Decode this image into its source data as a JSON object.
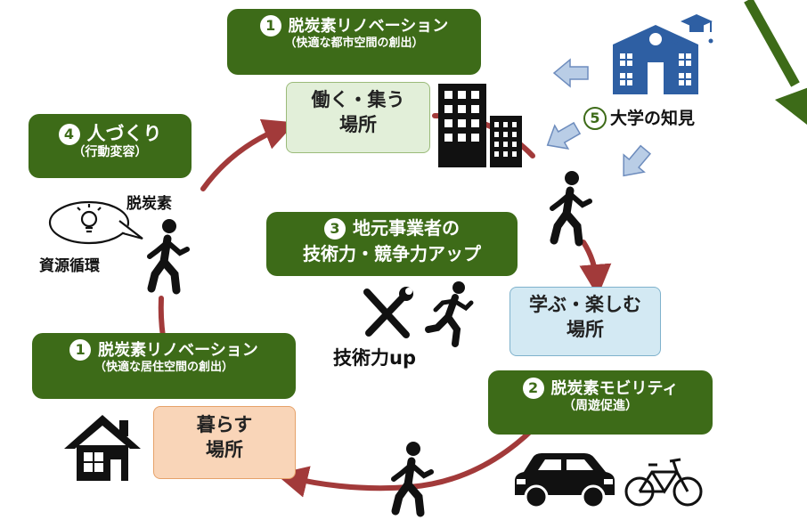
{
  "banners": {
    "renovation_city": {
      "number": "1",
      "title": "脱炭素リノベーション",
      "subtitle": "（快適な都市空間の創出）"
    },
    "people": {
      "number": "4",
      "title": "人づくり",
      "subtitle": "（行動変容）"
    },
    "local_business": {
      "number": "3",
      "line1": "地元事業者の",
      "line2": "技術力・競争力アップ"
    },
    "renovation_home": {
      "number": "1",
      "title": "脱炭素リノベーション",
      "subtitle": "（快適な居住空間の創出）"
    },
    "mobility": {
      "number": "2",
      "title": "脱炭素モビリティ",
      "subtitle": "（周遊促進）"
    }
  },
  "places": {
    "work": {
      "line1": "働く・集う",
      "line2": "場所"
    },
    "learn": {
      "line1": "学ぶ・楽しむ",
      "line2": "場所"
    },
    "live": {
      "line1": "暮らす",
      "line2": "場所"
    }
  },
  "university": {
    "number": "5",
    "label": "大学の知見"
  },
  "labels": {
    "decarbonization": "脱炭素",
    "resource_cycle": "資源循環",
    "skill_up": "技術力up"
  },
  "colors": {
    "banner_green": "#3d6b18",
    "cycle_arrow": "#a23a3a",
    "work_box": "#e2efd9",
    "learn_box": "#d3e9f3",
    "live_box": "#f9d5b8",
    "university_blue": "#2e5fa3",
    "knowledge_arrow": "#b9cde6",
    "big_arrow": "#3d6b18"
  },
  "icons": [
    "building-icon",
    "university-icon",
    "walking-person-icon",
    "tools-icon",
    "running-person-icon",
    "house-icon",
    "car-icon",
    "bicycle-icon",
    "lightbulb-icon",
    "speech-bubble-icon"
  ]
}
